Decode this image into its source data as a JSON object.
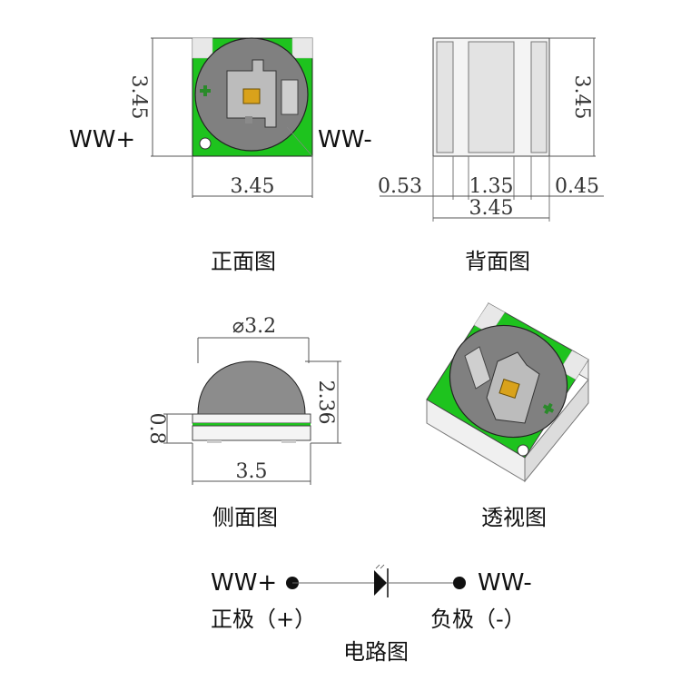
{
  "front": {
    "dim_width": "3.45",
    "dim_height": "3.45",
    "label_left": "WW+",
    "label_right": "WW-",
    "caption": "正面图"
  },
  "back": {
    "dim_height": "3.45",
    "dim_left_pad": "0.53",
    "dim_center_pad": "1.35",
    "dim_right_pad": "0.45",
    "dim_width": "3.45",
    "caption": "背面图"
  },
  "side": {
    "dim_diameter": "⌀3.2",
    "dim_height": "2.36",
    "dim_base": "0.8",
    "dim_width": "3.5",
    "caption": "侧面图"
  },
  "perspective": {
    "caption": "透视图"
  },
  "circuit": {
    "pos_label": "WW+",
    "neg_label": "WW-",
    "pos_desc": "正极（+）",
    "neg_desc": "负极（-）",
    "caption": "电路图"
  },
  "colors": {
    "pcb_green": "#1ec31e",
    "dome_gray": "#8c8c8c",
    "chip_gold": "#d9a21b",
    "pad_gray": "#e6e6e6",
    "body_white": "#f4f4f4"
  }
}
